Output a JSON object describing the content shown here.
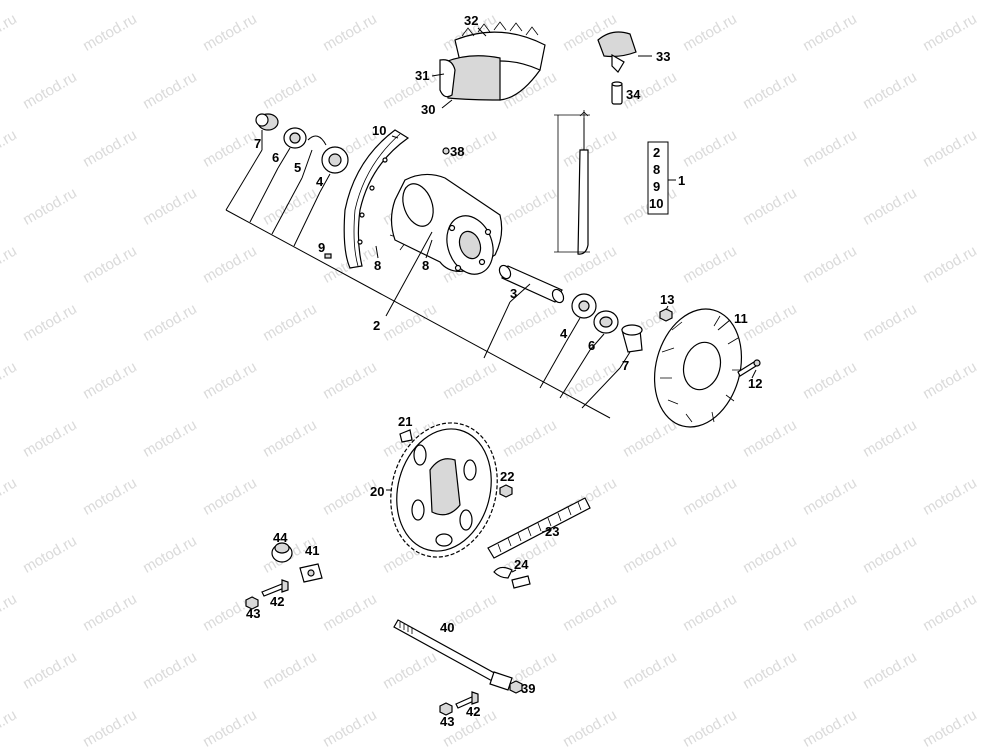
{
  "watermark_text": "motod.ru",
  "group_box": {
    "items": [
      "2",
      "8",
      "9",
      "10"
    ],
    "parent": "1"
  },
  "callouts": {
    "c32": "32",
    "c31": "31",
    "c30": "30",
    "c33": "33",
    "c34": "34",
    "c7a": "7",
    "c6a": "6",
    "c5": "5",
    "c4a": "4",
    "c10": "10",
    "c38": "38",
    "c9": "9",
    "c8a": "8",
    "c8b": "8",
    "c2": "2",
    "c3": "3",
    "c13": "13",
    "c11": "11",
    "c12": "12",
    "c4b": "4",
    "c6b": "6",
    "c7b": "7",
    "c21": "21",
    "c22": "22",
    "c20": "20",
    "c23": "23",
    "c24": "24",
    "c44": "44",
    "c41": "41",
    "c42a": "42",
    "c43a": "43",
    "c40": "40",
    "c39": "39",
    "c42b": "42",
    "c43b": "43"
  }
}
